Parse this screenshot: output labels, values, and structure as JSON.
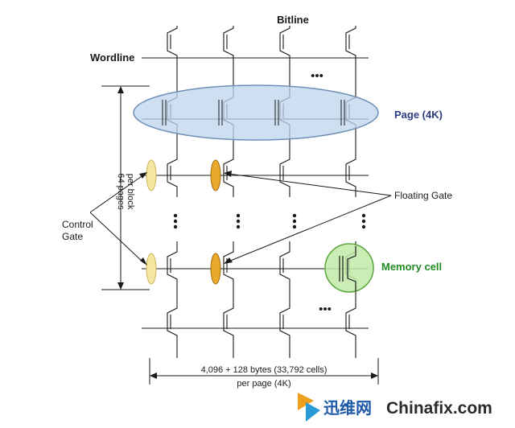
{
  "labels": {
    "bitline": "Bitline",
    "wordline": "Wordline",
    "page": "Page (4K)",
    "pages_per_block_line1": "64 pages",
    "pages_per_block_line2": "per block",
    "control_gate_line1": "Control",
    "control_gate_line2": "Gate",
    "floating_gate": "Floating Gate",
    "memory_cell": "Memory cell",
    "bytes_line1": "4,096 + 128 bytes (33,792 cells)",
    "bytes_line2": "per page (4K)",
    "ellipsis": "•••"
  },
  "watermark": {
    "brand_cn": "迅维网",
    "brand_en": "Chinafix.com"
  },
  "colors": {
    "line": "#1a1a1a",
    "page_fill": "#bcd4ec",
    "page_stroke": "#6d8fb8",
    "page_text": "#2f3c80",
    "fg_light": "#f6e7a0",
    "fg_light_stroke": "#c9b55a",
    "fg_dark": "#eaa92a",
    "fg_dark_stroke": "#a06d10",
    "cell_fill": "#bfeaa8",
    "cell_stroke": "#5aa53c",
    "cell_text": "#1f8a1f"
  }
}
